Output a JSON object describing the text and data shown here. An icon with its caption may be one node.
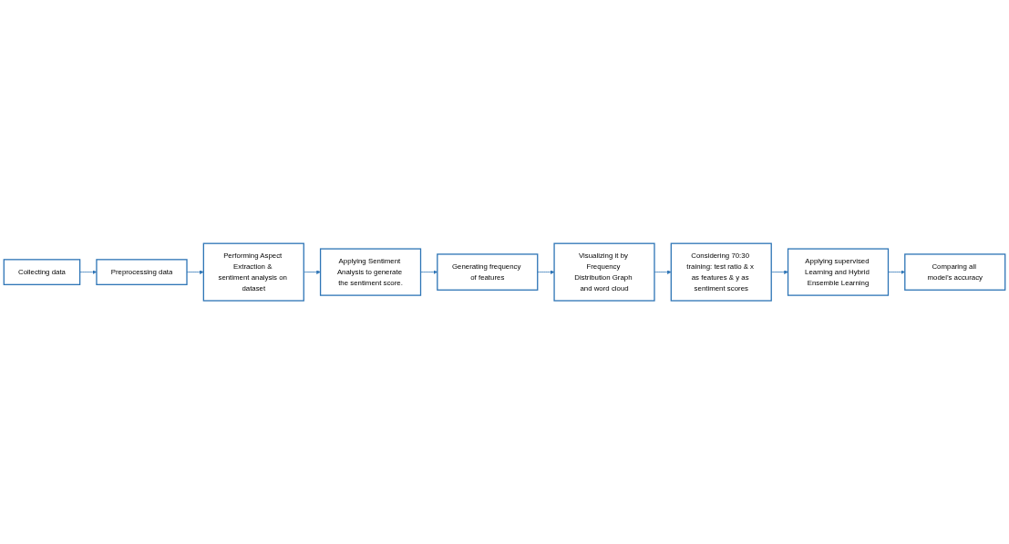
{
  "diagram": {
    "nodes": [
      {
        "text": [
          "Collecting data"
        ]
      },
      {
        "text": [
          "Preprocessing data"
        ]
      },
      {
        "text": [
          "Performing Aspect Extraction & sentiment analysis on dataset"
        ]
      },
      {
        "text": [
          "Applying Sentiment Analysis to generate the sentiment score."
        ]
      },
      {
        "text": [
          "Generating frequency of features"
        ]
      },
      {
        "text": [
          "Visualizing it by Frequency Distribution Graph and word cloud"
        ]
      },
      {
        "text": [
          "Considering 70:30 training: test ratio & x as features & y as sentiment scores"
        ]
      },
      {
        "text": [
          "Applying supervised Learning and Hybrid Ensemble Learning"
        ]
      },
      {
        "text": [
          "Comparing all model’s accuracy"
        ]
      }
    ],
    "edges": [
      {
        "from": 0,
        "to": 1,
        "arrow": "to"
      },
      {
        "from": 1,
        "to": 2,
        "arrow": "to"
      },
      {
        "from": 2,
        "to": 3,
        "arrow": "to"
      },
      {
        "from": 3,
        "to": 4,
        "arrow": "to"
      },
      {
        "from": 4,
        "to": 5,
        "arrow": "to"
      },
      {
        "from": 5,
        "to": 6,
        "arrow": "to"
      },
      {
        "from": 6,
        "to": 7,
        "arrow": "to"
      },
      {
        "from": 7,
        "to": 8,
        "arrow": "to"
      }
    ]
  }
}
